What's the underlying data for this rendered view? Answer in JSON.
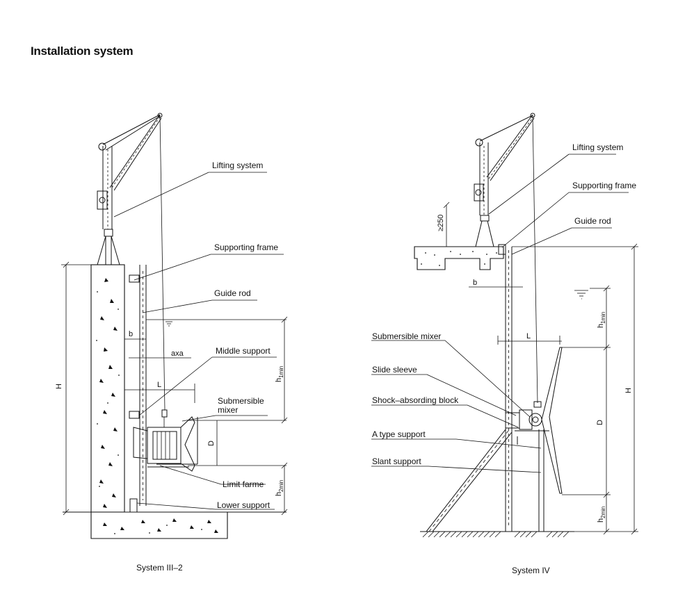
{
  "title": "Installation system",
  "left": {
    "caption": "System III–2",
    "labels": {
      "lifting_system": "Lifting system",
      "supporting_frame": "Supporting frame",
      "guide_rod": "Guide rod",
      "middle_support": "Middle support",
      "submersible_mixer_1": "Submersible",
      "submersible_mixer_2": "mixer",
      "limit_frame": "Limit farme",
      "lower_support": "Lower support"
    },
    "dims": {
      "H": "H",
      "b": "b",
      "axa": "axa",
      "L": "L",
      "D": "D",
      "h1": "h",
      "h1_sub": "1min",
      "h2": "h",
      "h2_sub": "2min"
    }
  },
  "right": {
    "caption": "System IV",
    "labels": {
      "lifting_system": "Lifting system",
      "supporting_frame": "Supporting frame",
      "guide_rod": "Guide rod",
      "submersible_mixer": "Submersible mixer",
      "slide_sleeve": "Slide sleeve",
      "shock_block": "Shock–absording block",
      "a_type_support": "A type support",
      "slant_support": "Slant support"
    },
    "dims": {
      "ge250": "≥250",
      "b": "b",
      "L": "L",
      "H": "H",
      "D": "D",
      "h1": "h",
      "h1_sub": "1min",
      "h2": "h",
      "h2_sub": "2min"
    }
  }
}
